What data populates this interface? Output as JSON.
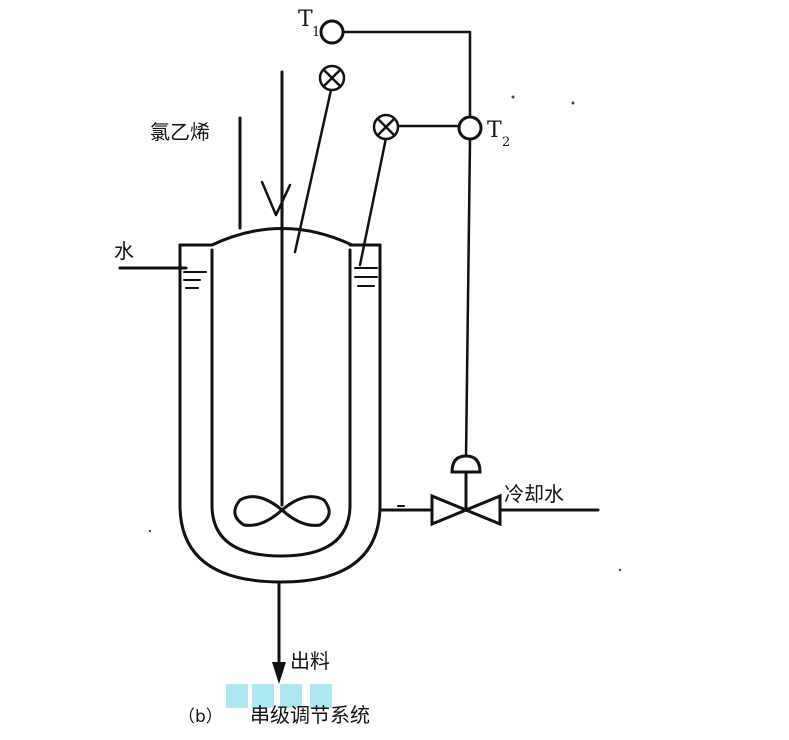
{
  "labels": {
    "t1_main": "T",
    "t1_sub": "1",
    "t2_main": "T",
    "t2_sub": "2",
    "vinyl_chloride": "氯乙烯",
    "water": "水",
    "cooling_water": "冷却水",
    "discharge": "出料",
    "caption_prefix": "（b）",
    "caption_text": "串级调节系统"
  },
  "colors": {
    "line": "#111111",
    "highlight": "#9fe3f0"
  }
}
